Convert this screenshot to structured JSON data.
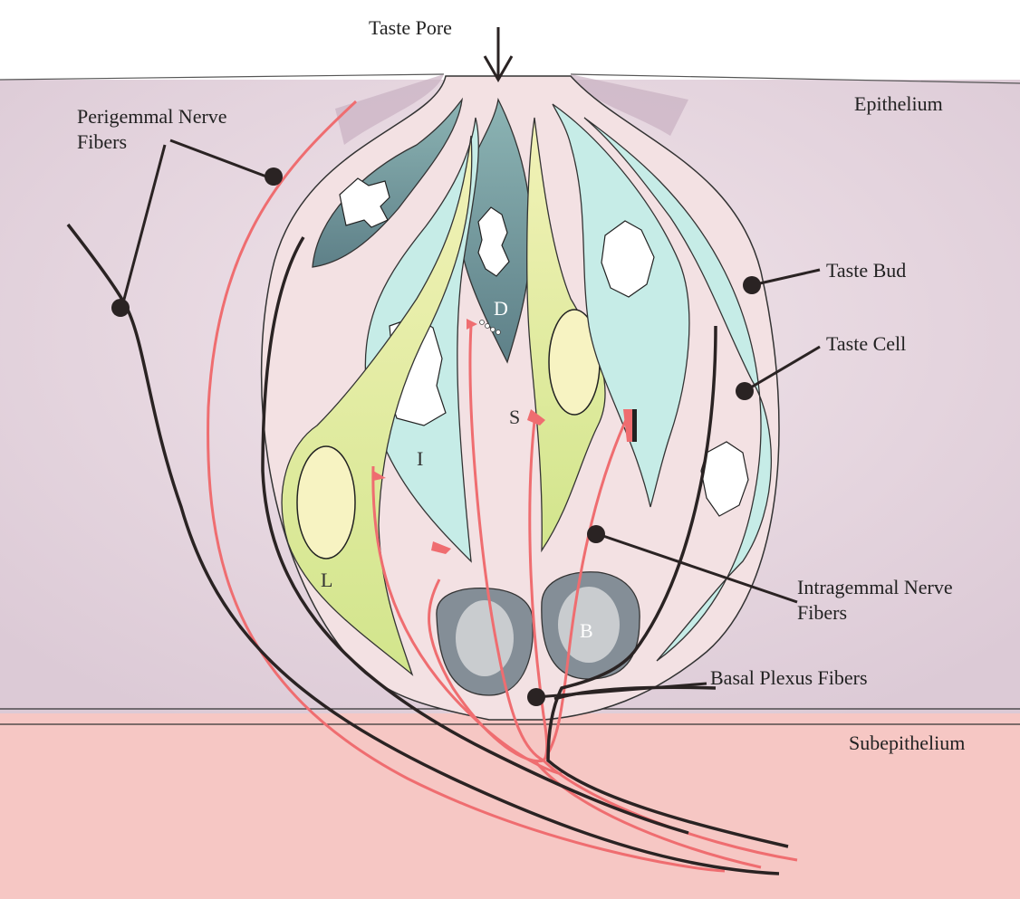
{
  "labels": {
    "taste_pore": "Taste Pore",
    "epithelium": "Epithelium",
    "perigemmal_line1": "Perigemmal Nerve",
    "perigemmal_line2": "Fibers",
    "taste_bud": "Taste Bud",
    "taste_cell": "Taste Cell",
    "intragemmal_line1": "Intragemmal Nerve",
    "intragemmal_line2": "Fibers",
    "basal_plexus": "Basal Plexus Fibers",
    "subepithelium": "Subepithelium"
  },
  "cell_letters": {
    "dark": "D",
    "intermediate": "I",
    "light": "L",
    "s": "S",
    "basal": "B"
  },
  "colors": {
    "epithelium": "#eadbe4",
    "subepithelium": "#f6c4c2",
    "bud_fill": "#f3e2e4",
    "dark_cell": "#6f9ba0",
    "light_blue_cell": "#c4ebe6",
    "yellow_cell": "#e8f0ae",
    "basal_cell": "#838c95",
    "nerve_red": "#ee6b6e",
    "nerve_black": "#2a2323"
  }
}
